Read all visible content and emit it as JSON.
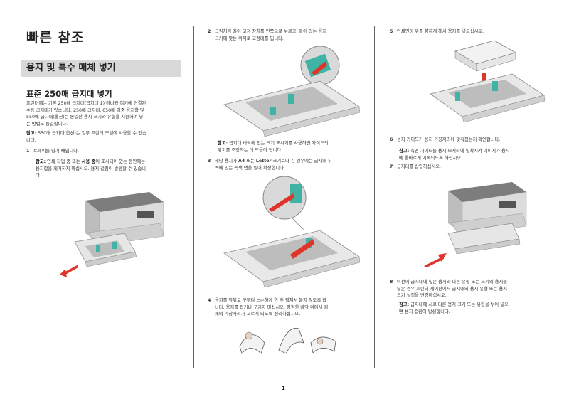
{
  "title": "빠른 참조",
  "banner": "용지 및 특수 매체 넣기",
  "section_title": "표준 250매 급지대 넣기",
  "intro": [
    "프린터에는 기본 250매 급지대(급지대 1) 하나와 여기에 연결된",
    "수동 급지대가 있습니다. 250매 급지대, 650매 이중 용지함 및",
    "550매 급지대(옵션)는 동일한 용지 크기와 유형을 지원하며 넣",
    "는 방법도 동일합니다."
  ],
  "note_label": "참고:",
  "intro_note": [
    "550매 급지대(옵션)는 일부 프린터 모델에 사용할 수 없습",
    "니다."
  ],
  "step1": {
    "num": "1",
    "text": "트레이를 당겨 빼냅니다."
  },
  "step1_note": [
    "인쇄 작업 중 또는 ",
    "사용 중",
    "이 표시되어 있는 동안에는",
    "용지함을 제거하지 마십시오. 용지 걸림이 발생할 수 있습니",
    "다."
  ],
  "step2": {
    "num": "2",
    "lines": [
      "그림처럼 길이 고정 장치를 안쪽으로 누르고, 들어 있는 용지",
      "크기에 맞는 위치로 고정대를 밉니다."
    ]
  },
  "step2_note": [
    "급지대 바닥에 있는 크기 표시기를 사용하면 가이드의",
    "위치를 조정하는 데 도움이 됩니다."
  ],
  "step3": {
    "num": "3",
    "lines_a": [
      "해당 용지가 ",
      "A4",
      " 또는 ",
      "Letter",
      " 크기보다 긴 경우에는 급지대 뒤"
    ],
    "line_b": "쪽에 있는 녹색 탭을 밀어 확장합니다."
  },
  "step4": {
    "num": "4",
    "lines": [
      "용지를 앞뒤로 구부려 느슨하게 한 후 펼쳐서 붙지 않도록 합",
      "니다. 용지를 접거나 구기지 마십시오. 평평한 바닥 위에서 매",
      "체의 가장자리가 고르게 되도록 정리하십시오."
    ]
  },
  "step5": {
    "num": "5",
    "text": "인쇄면이 위를 향하게 해서 용지를 넣으십시오."
  },
  "step6": {
    "num": "6",
    "text": "용지 가이드가 용지 가장자리에 맞춰졌는지 확인합니다."
  },
  "step6_note": [
    "측면 가이드를 용지 모서리에 밀착시켜 이미지가 용지",
    "에 올바르게 기록되도록 하십시오."
  ],
  "step7": {
    "num": "7",
    "text": "급지대를 삽입하십시오."
  },
  "step8": {
    "num": "8",
    "lines": [
      "이전에 급지대에 넣은 용지와 다른 유형 또는 크기의 용지를",
      "넣은 경우 프린터 제어판에서 급지대의 용지 유형 또는 용지",
      "크기 설정을 변경하십시오."
    ]
  },
  "step8_note": [
    "급지대에 서로 다른 용지 크기 또는 유형을 섞어 넣으",
    "면 용지 걸림이 발생합니다."
  ],
  "page_number": "1",
  "colors": {
    "accent_arrow": "#e0342a",
    "guide_teal": "#3fb4a4",
    "banner_bg": "#d9d9d9"
  }
}
